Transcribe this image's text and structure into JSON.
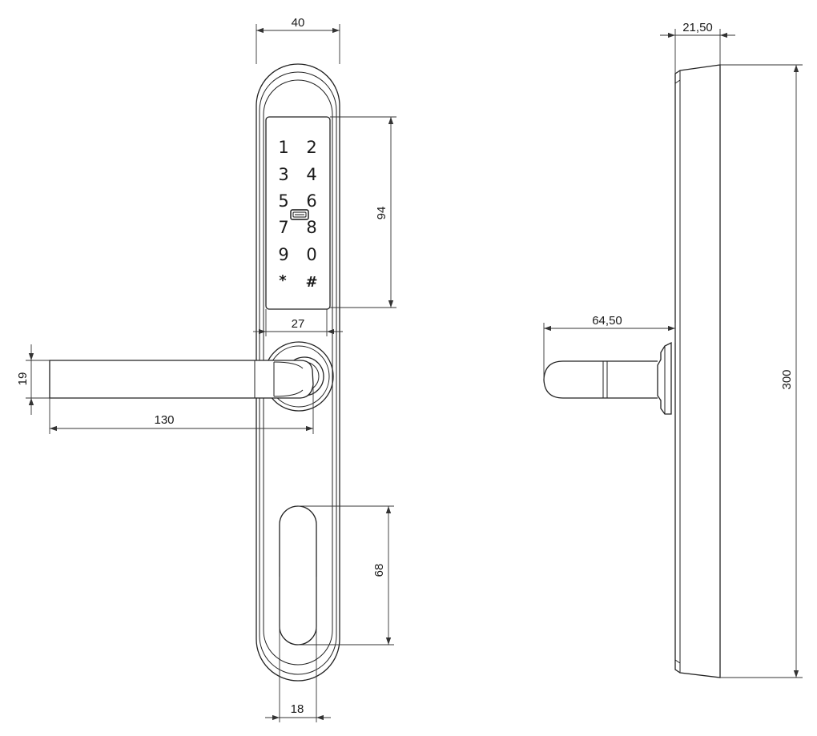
{
  "front_view": {
    "dimensions": {
      "plate_width": "40",
      "keypad_height": "94",
      "keypad_width": "27",
      "handle_thickness": "19",
      "handle_length": "130",
      "slot_height": "68",
      "slot_width": "18"
    },
    "keypad": {
      "keys": [
        "1",
        "2",
        "3",
        "4",
        "5",
        "6",
        "7",
        "8",
        "9",
        "0",
        "*",
        "#"
      ],
      "card_icon": "card-reader-icon"
    }
  },
  "side_view": {
    "dimensions": {
      "plate_depth": "21,50",
      "handle_projection": "64,50",
      "total_height": "300"
    }
  },
  "colors": {
    "line": "#222222",
    "background": "#ffffff"
  }
}
